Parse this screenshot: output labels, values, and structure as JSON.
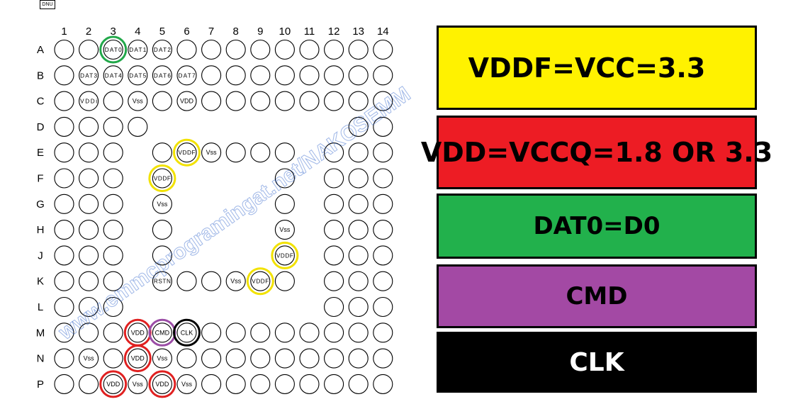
{
  "dnu_label": "DNU",
  "columns": [
    "1",
    "2",
    "3",
    "4",
    "5",
    "6",
    "7",
    "8",
    "9",
    "10",
    "11",
    "12",
    "13",
    "14"
  ],
  "rows": [
    "A",
    "B",
    "C",
    "D",
    "E",
    "F",
    "G",
    "H",
    "J",
    "K",
    "L",
    "M",
    "N",
    "P"
  ],
  "absent_balls": [
    {
      "row": "D",
      "cols": [
        "5",
        "6",
        "7",
        "8",
        "9",
        "10",
        "11",
        "12"
      ]
    },
    {
      "row": "E",
      "cols": [
        "4",
        "11"
      ]
    },
    {
      "row": "F",
      "cols": [
        "4",
        "6",
        "7",
        "8",
        "9",
        "11"
      ]
    },
    {
      "row": "G",
      "cols": [
        "4",
        "6",
        "7",
        "8",
        "9",
        "11"
      ]
    },
    {
      "row": "H",
      "cols": [
        "4",
        "6",
        "7",
        "8",
        "9",
        "11"
      ]
    },
    {
      "row": "J",
      "cols": [
        "4",
        "6",
        "7",
        "8",
        "9",
        "11"
      ]
    },
    {
      "row": "K",
      "cols": [
        "4",
        "11"
      ]
    },
    {
      "row": "L",
      "cols": [
        "4",
        "5",
        "6",
        "7",
        "8",
        "9",
        "10",
        "11"
      ]
    }
  ],
  "ball_labels": [
    {
      "row": "A",
      "col": "3",
      "text": "DAT0"
    },
    {
      "row": "A",
      "col": "4",
      "text": "DAT1"
    },
    {
      "row": "A",
      "col": "5",
      "text": "DAT2"
    },
    {
      "row": "B",
      "col": "2",
      "text": "DAT3"
    },
    {
      "row": "B",
      "col": "3",
      "text": "DAT4"
    },
    {
      "row": "B",
      "col": "4",
      "text": "DAT5"
    },
    {
      "row": "B",
      "col": "5",
      "text": "DAT6"
    },
    {
      "row": "B",
      "col": "6",
      "text": "DAT7"
    },
    {
      "row": "C",
      "col": "2",
      "text": "VDDi"
    },
    {
      "row": "C",
      "col": "4",
      "text": "Vss"
    },
    {
      "row": "C",
      "col": "6",
      "text": "VDD"
    },
    {
      "row": "E",
      "col": "6",
      "text": "VDDF"
    },
    {
      "row": "E",
      "col": "7",
      "text": "Vss"
    },
    {
      "row": "F",
      "col": "5",
      "text": "VDDF"
    },
    {
      "row": "G",
      "col": "5",
      "text": "Vss"
    },
    {
      "row": "H",
      "col": "10",
      "text": "Vss"
    },
    {
      "row": "J",
      "col": "10",
      "text": "VDDF"
    },
    {
      "row": "K",
      "col": "5",
      "text": "RSTN"
    },
    {
      "row": "K",
      "col": "8",
      "text": "Vss"
    },
    {
      "row": "K",
      "col": "9",
      "text": "VDDF"
    },
    {
      "row": "M",
      "col": "4",
      "text": "VDD"
    },
    {
      "row": "M",
      "col": "5",
      "text": "CMD"
    },
    {
      "row": "M",
      "col": "6",
      "text": "CLK"
    },
    {
      "row": "N",
      "col": "2",
      "text": "Vss"
    },
    {
      "row": "N",
      "col": "4",
      "text": "VDD"
    },
    {
      "row": "N",
      "col": "5",
      "text": "Vss"
    },
    {
      "row": "P",
      "col": "3",
      "text": "VDD"
    },
    {
      "row": "P",
      "col": "4",
      "text": "Vss"
    },
    {
      "row": "P",
      "col": "5",
      "text": "VDD"
    },
    {
      "row": "P",
      "col": "6",
      "text": "Vss"
    }
  ],
  "highlights": [
    {
      "row": "A",
      "col": "3",
      "color": "#22A84A"
    },
    {
      "row": "E",
      "col": "6",
      "color": "#F2E200"
    },
    {
      "row": "F",
      "col": "5",
      "color": "#F2E200"
    },
    {
      "row": "J",
      "col": "10",
      "color": "#F2E200"
    },
    {
      "row": "K",
      "col": "9",
      "color": "#F2E200"
    },
    {
      "row": "M",
      "col": "4",
      "color": "#E02020"
    },
    {
      "row": "M",
      "col": "5",
      "color": "#9B4DA6"
    },
    {
      "row": "M",
      "col": "6",
      "color": "#000000"
    },
    {
      "row": "N",
      "col": "4",
      "color": "#E02020"
    },
    {
      "row": "P",
      "col": "3",
      "color": "#E02020"
    },
    {
      "row": "P",
      "col": "5",
      "color": "#E02020"
    }
  ],
  "watermark": "www.emmcprogramingat.net/NAKOSEMM",
  "legend": [
    {
      "label": "VDDF=VCC=3.3",
      "bg": "#FFF200",
      "fg": "#000000"
    },
    {
      "label": "VDD=VCCQ=1.8 OR 3.3",
      "bg": "#ED1C24",
      "fg": "#000000"
    },
    {
      "label": "DAT0=D0",
      "bg": "#22B14C",
      "fg": "#000000"
    },
    {
      "label": "CMD",
      "bg": "#A349A4",
      "fg": "#000000"
    },
    {
      "label": "CLK",
      "bg": "#000000",
      "fg": "#FFFFFF"
    }
  ]
}
